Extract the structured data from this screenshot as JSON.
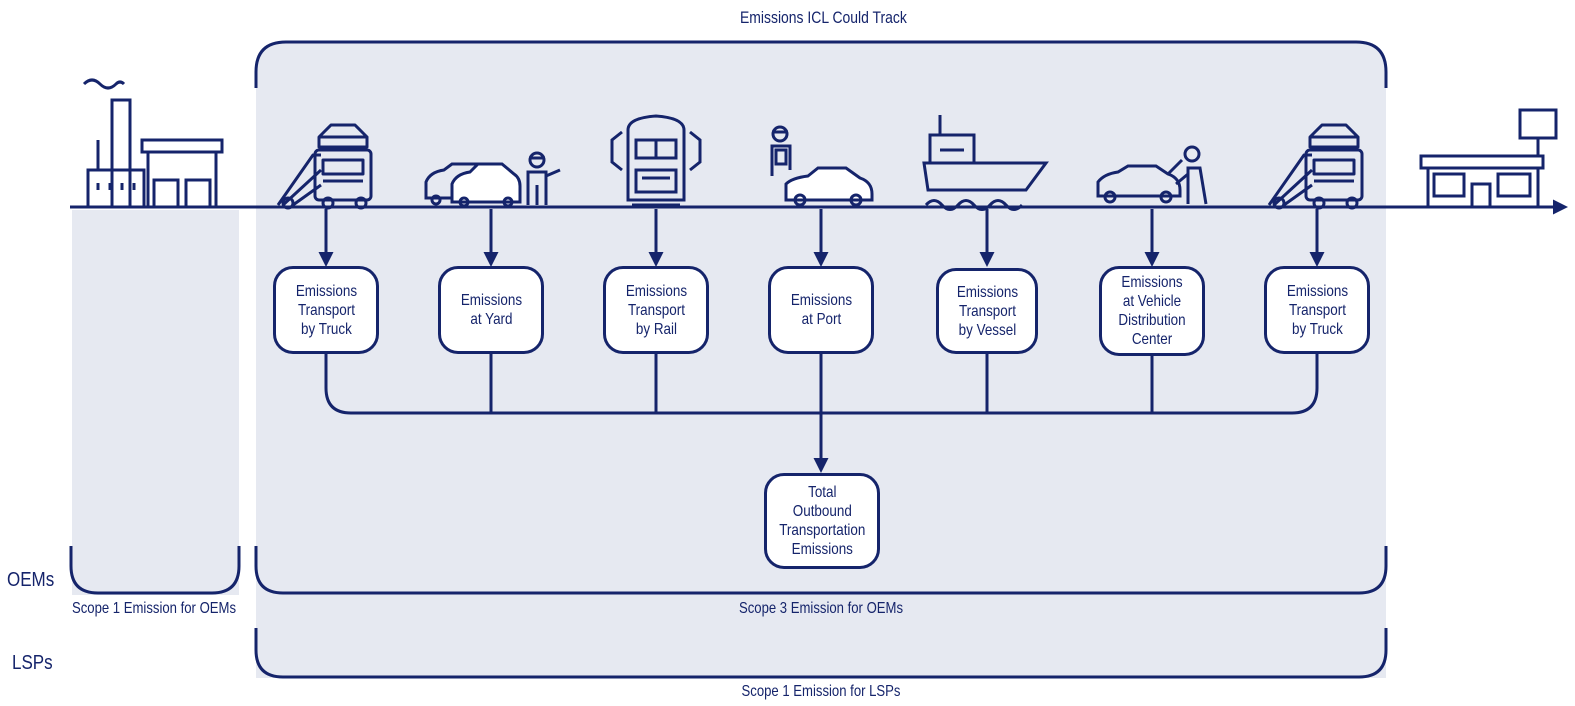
{
  "colors": {
    "navy": "#15246b",
    "panel": "#e6e9f1"
  },
  "top_title": "Emissions ICL Could Track",
  "stages": [
    {
      "icon": "car-carrier-truck-icon",
      "label": "Emissions\nTransport\nby Truck"
    },
    {
      "icon": "yard-cars-worker-icon",
      "label": "Emissions\nat Yard"
    },
    {
      "icon": "locomotive-icon",
      "label": "Emissions\nTransport\nby Rail"
    },
    {
      "icon": "port-worker-car-icon",
      "label": "Emissions\nat Port"
    },
    {
      "icon": "cargo-ship-icon",
      "label": "Emissions\nTransport\nby Vessel"
    },
    {
      "icon": "mechanic-car-icon",
      "label": "Emissions\nat Vehicle\nDistribution\nCenter"
    },
    {
      "icon": "car-carrier-truck-icon",
      "label": "Emissions\nTransport\nby Truck"
    }
  ],
  "total_label": "Total\nOutbound\nTransportation\nEmissions",
  "brackets": {
    "oem_scope1": "Scope 1 Emission for OEMs",
    "oem_scope3": "Scope 3 Emission for OEMs",
    "lsp_scope1": "Scope 1 Emission for LSPs"
  },
  "row_labels": {
    "oems": "OEMs",
    "lsps": "LSPs"
  },
  "endpoint_icons": {
    "start": "factory-icon",
    "end": "dealership-icon"
  }
}
